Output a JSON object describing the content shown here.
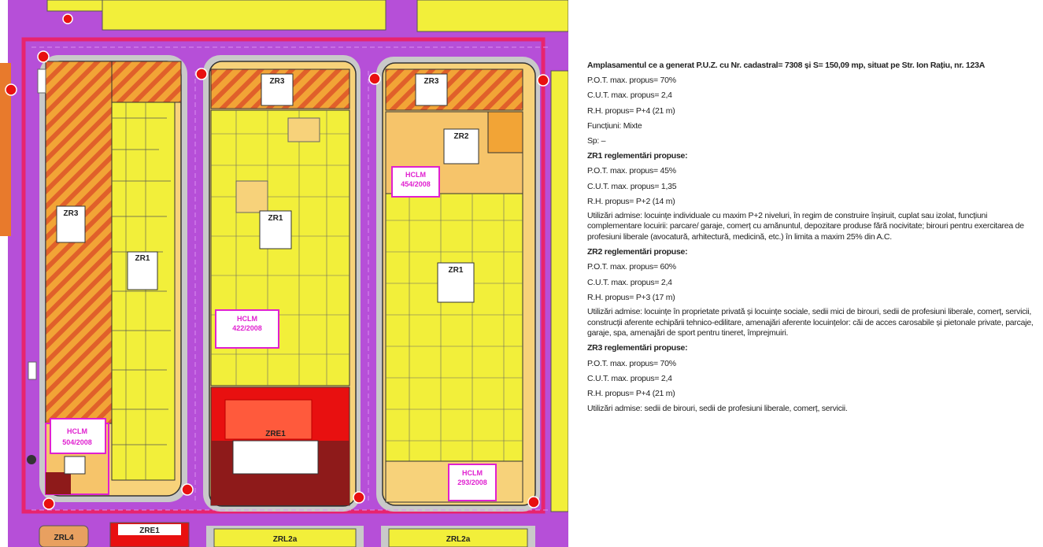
{
  "zones": {
    "left_zr3": "ZR3",
    "left_zr1": "ZR1",
    "left_hclm": [
      "HCLM",
      "504/2008"
    ],
    "middle_zr3": "ZR3",
    "middle_zr1": "ZR1",
    "middle_hclm": [
      "HCLM",
      "422/2008"
    ],
    "middle_zre1": "ZRE1",
    "right_zr3": "ZR3",
    "right_zr2": "ZR2",
    "right_hclm_top": [
      "HCLM",
      "454/2008"
    ],
    "right_zr1": "ZR1",
    "right_hclm_bottom": [
      "HCLM",
      "293/2008"
    ],
    "bottom": [
      "ZRL4",
      "ZRE1",
      "ZRL2a",
      "ZRL2a"
    ]
  },
  "colors": {
    "road": "#b64fd8",
    "zr1": "#f2ef3a",
    "zr2": "#f6c46a",
    "zr3": "#e87a2c",
    "zre1": "#e81010",
    "zre1_dark": "#8e1a1a",
    "boundary": "#e8246e",
    "hclm": "#e020d0"
  },
  "text": {
    "title": "Amplasamentul ce a generat P.U.Z. cu Nr. cadastral= 7308 și S= 150,09 mp, situat pe Str. Ion Rațiu, nr. 123A",
    "site": [
      "P.O.T. max. propus= 70%",
      "C.U.T. max. propus= 2,4",
      "R.H. propus= P+4 (21 m)",
      "Funcțiuni: Mixte",
      "Sp: –"
    ],
    "zr1_heading": "ZR1 reglementări propuse:",
    "zr1": [
      "P.O.T. max. propus= 45%",
      "C.U.T. max. propus= 1,35",
      "R.H. propus= P+2 (14 m)"
    ],
    "zr1_uses": "Utilizări admise: locuințe individuale cu maxim P+2 niveluri, în regim de construire înșiruit, cuplat sau izolat, funcțiuni complementare locuirii: parcare/ garaje, comerț cu amănuntul, depozitare produse fără nocivitate; birouri pentru exercitarea de profesiuni liberale (avocatură, arhitectură, medicină, etc.) în limita a maxim 25% din A.C.",
    "zr2_heading": "ZR2 reglementări propuse:",
    "zr2": [
      "P.O.T. max. propus= 60%",
      "C.U.T. max. propus= 2,4",
      "R.H. propus= P+3 (17 m)"
    ],
    "zr2_uses": "Utilizări admise: locuințe în proprietate privată și locuințe sociale, sedii mici de birouri, sedii de profesiuni liberale, comerț, servicii, construcții aferente echipării tehnico-edilitare, amenajări aferente locuințelor: căi de acces carosabile și pietonale private, parcaje, garaje, spa, amenajări de sport pentru tineret, împrejmuiri.",
    "zr3_heading": "ZR3 reglementări propuse:",
    "zr3": [
      "P.O.T. max. propus= 70%",
      "C.U.T. max. propus= 2,4",
      "R.H. propus= P+4 (21 m)"
    ],
    "zr3_uses": "Utilizări admise: sedii de birouri, sedii de profesiuni liberale, comerț, servicii."
  }
}
